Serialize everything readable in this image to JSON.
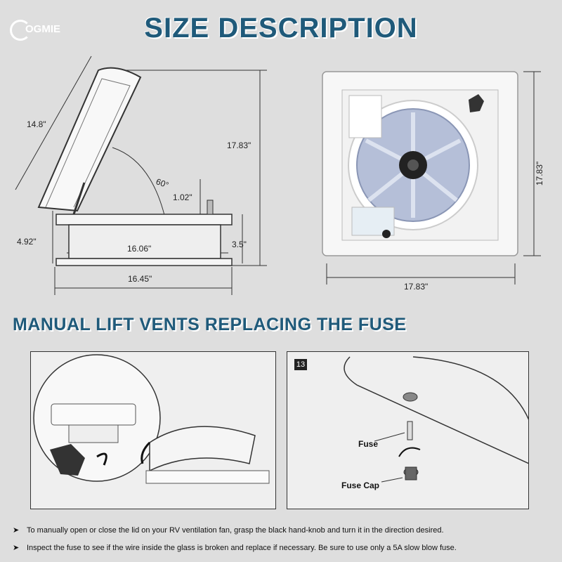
{
  "brand": {
    "logo_text": "OGMIE"
  },
  "title": "SIZE DESCRIPTION",
  "side_view": {
    "lid_length": "14.8\"",
    "total_height": "17.83\"",
    "angle": "60°",
    "gap": "1.02\"",
    "base_height": "4.92\"",
    "inner_height": "3.5\"",
    "inner_width": "16.06\"",
    "outer_width": "16.45\""
  },
  "top_view": {
    "height": "17.83\"",
    "width": "17.83\""
  },
  "section_title": "MANUAL LIFT VENTS REPLACING THE FUSE",
  "step_panel": {
    "step_number": "13",
    "fuse_label": "Fuse",
    "fuse_cap_label": "Fuse Cap"
  },
  "instructions": [
    "To manually open or close the lid on your RV ventilation fan, grasp the black hand-knob and turn it in the direction desired.",
    "Inspect the fuse to see if the wire inside the glass is broken and replace if necessary. Be sure to use only  a 5A slow blow fuse."
  ],
  "colors": {
    "title": "#1f5a7a",
    "background": "#dedede",
    "panel": "#efefef"
  }
}
